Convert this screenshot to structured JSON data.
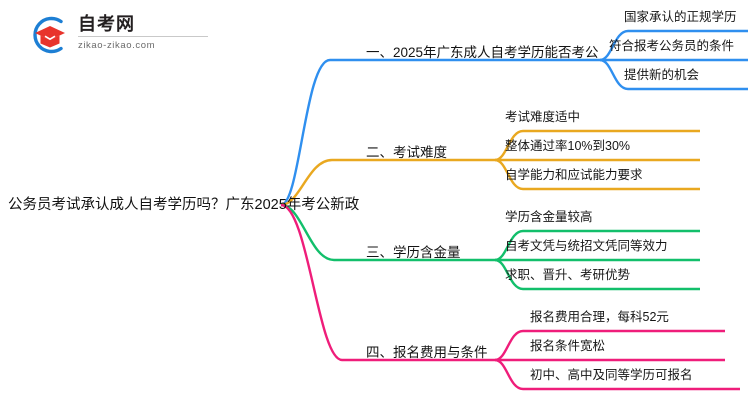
{
  "logo": {
    "mark_icon": "graduation-cap-in-circle-icon",
    "title": "自考网",
    "subtitle": "zikao-zikao.com",
    "circle_color": "#1d7fd4",
    "cap_color": "#e8342c"
  },
  "mindmap": {
    "root": {
      "label": "公务员考试承认成人自考学历吗？广东2025年考公新政"
    },
    "branches": [
      {
        "label": "一、2025年广东成人自考学历能否考公",
        "color": "#2f8fef",
        "children": [
          {
            "label": "国家承认的正规学历"
          },
          {
            "label": "符合报考公务员的条件"
          },
          {
            "label": "提供新的机会"
          }
        ]
      },
      {
        "label": "二、考试难度",
        "color": "#e9a820",
        "children": [
          {
            "label": "考试难度适中"
          },
          {
            "label": "整体通过率10%到30%"
          },
          {
            "label": "自学能力和应试能力要求"
          }
        ]
      },
      {
        "label": "三、学历含金量",
        "color": "#12bf6b",
        "children": [
          {
            "label": "学历含金量较高"
          },
          {
            "label": "自考文凭与统招文凭同等效力"
          },
          {
            "label": "求职、晋升、考研优势"
          }
        ]
      },
      {
        "label": "四、报名费用与条件",
        "color": "#ef1d7a",
        "children": [
          {
            "label": "报名费用合理，每科52元"
          },
          {
            "label": "报名条件宽松"
          },
          {
            "label": "初中、高中及同等学历可报名"
          }
        ]
      }
    ]
  }
}
